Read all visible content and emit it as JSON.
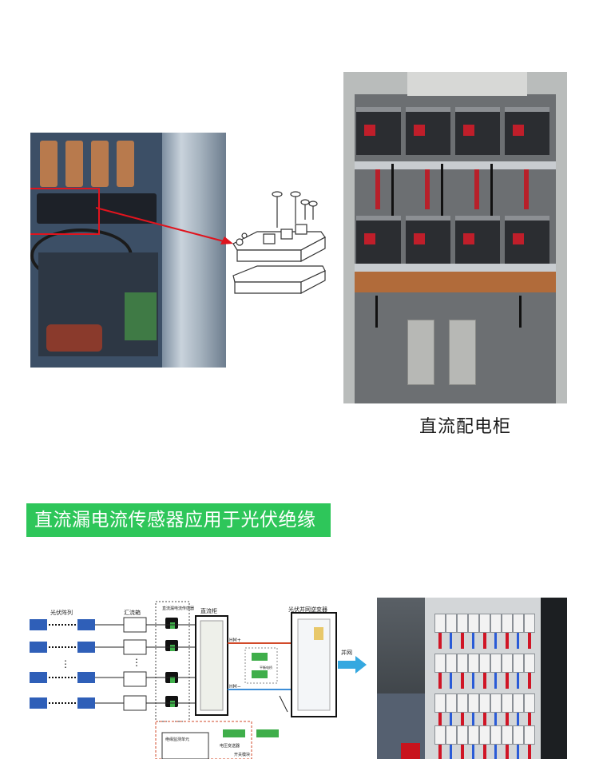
{
  "cabinet": {
    "caption": "直流配电柜"
  },
  "section": {
    "title": "直流漏电流传感器应用于光伏绝缘"
  },
  "diagram": {
    "pv_array": "光伏阵列",
    "combiner_box": "汇流箱",
    "dc_leak_sensor": "直流漏电流传感器",
    "dc_cabinet": "直流柜",
    "inverter": "光伏并网逆变器",
    "grid": "并网",
    "hm_pos": "HM+",
    "hm_neg": "HM−",
    "balance_bridge": "平衡电桥",
    "insulation_unit": "绝缘监测单元",
    "voltage_transmitter": "电压变送器",
    "switch_module": "开关模块"
  },
  "colors": {
    "banner_green": "#2ec65a",
    "highlight_red": "#e0141e",
    "solar_blue": "#2f5fb8",
    "line_red": "#d24a2a",
    "line_blue": "#3d8ed8",
    "arrow_blue": "#35a8e0"
  }
}
